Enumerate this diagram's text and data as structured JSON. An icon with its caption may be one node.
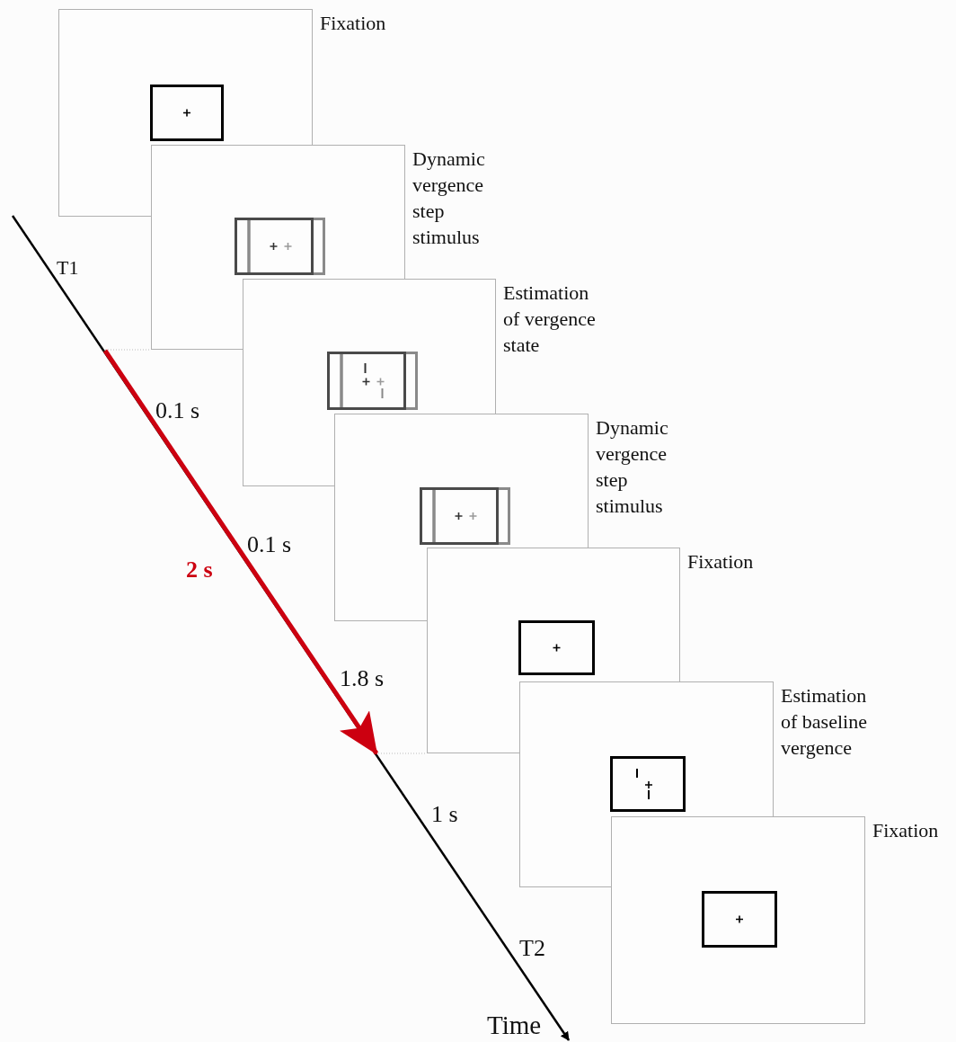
{
  "diagram": {
    "nodes": [
      {
        "text": [
          "Fixation"
        ]
      },
      {
        "text": [
          "Dynamic vergence step stimulus"
        ]
      },
      {
        "text": [
          "Estimation of vergence state"
        ]
      },
      {
        "text": [
          "Dynamic vergence step stimulus"
        ]
      },
      {
        "text": [
          "Fixation"
        ]
      },
      {
        "text": [
          "Estimation of baseline vergence"
        ]
      },
      {
        "text": [
          "Fixation"
        ]
      }
    ],
    "labels": [
      "T1",
      "0.1 s",
      "0.1 s",
      "2 s",
      "1.8 s",
      "1 s",
      "T2",
      "Time"
    ]
  }
}
